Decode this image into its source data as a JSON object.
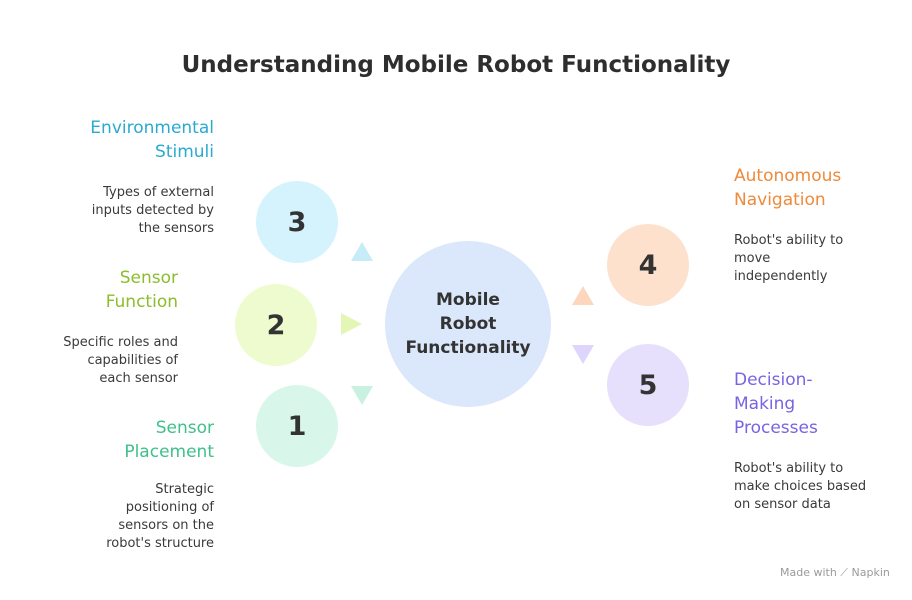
{
  "title": "Understanding Mobile Robot Functionality",
  "center": {
    "label": "Mobile\nRobot\nFunctionality"
  },
  "items": [
    {
      "number": "1",
      "heading": "Sensor\nPlacement",
      "description": "Strategic\npositioning of\nsensors on the\nrobot's structure",
      "color": "#3fc08a",
      "bg": "#d8f7ea"
    },
    {
      "number": "2",
      "heading": "Sensor\nFunction",
      "description": "Specific roles and\ncapabilities of\neach sensor",
      "color": "#8cbd2a",
      "bg": "#eefbcf"
    },
    {
      "number": "3",
      "heading": "Environmental\nStimuli",
      "description": "Types of external\ninputs detected by\nthe sensors",
      "color": "#2aa9d1",
      "bg": "#d5f3fc"
    },
    {
      "number": "4",
      "heading": "Autonomous\nNavigation",
      "description": "Robot's ability to\nmove\nindependently",
      "color": "#ee8a3a",
      "bg": "#fde1cd"
    },
    {
      "number": "5",
      "heading": "Decision-\nMaking\nProcesses",
      "description": "Robot's ability to\nmake choices based\non sensor data",
      "color": "#7a62e3",
      "bg": "#e6e0fd"
    }
  ],
  "footer": "Made with ⟋ Napkin"
}
